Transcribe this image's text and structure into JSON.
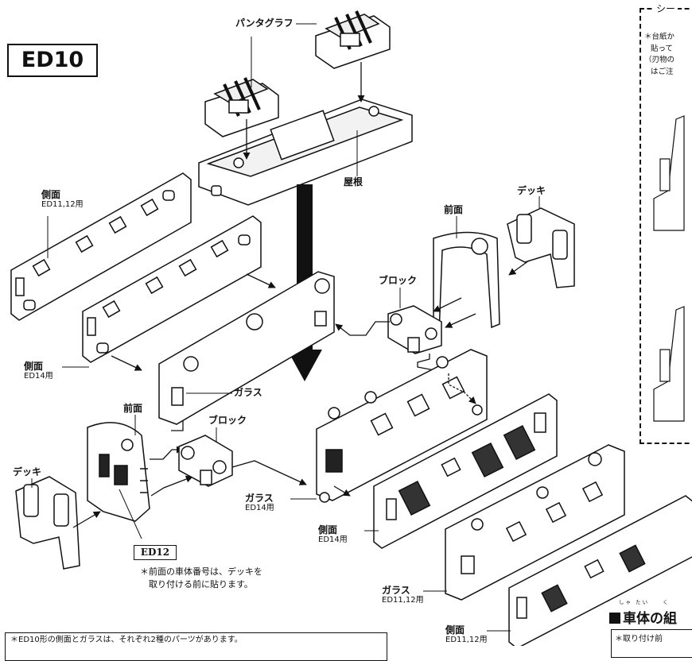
{
  "title": "ED10",
  "labels": {
    "pantograph": "パンタグラフ",
    "roof": "屋根",
    "side_ed1112": "側面",
    "side_ed1112_sub": "ED11,12用",
    "deck_right": "デッキ",
    "front_upper": "前面",
    "block_upper": "ブロック",
    "side_ed14_left": "側面",
    "side_ed14_left_sub": "ED14用",
    "glass_mid": "ガラス",
    "front_lower": "前面",
    "block_lower": "ブロック",
    "deck_left": "デッキ",
    "glass_ed14": "ガラス",
    "glass_ed14_sub": "ED14用",
    "side_ed14_right": "側面",
    "side_ed14_right_sub": "ED14用",
    "glass_ed1112": "ガラス",
    "glass_ed1112_sub": "ED11,12用",
    "side_ed1112_bottom": "側面",
    "side_ed1112_bottom_sub": "ED11,12用"
  },
  "ed12_tag": "ED12",
  "front_note_line1": "＊前面の車体番号は、デッキを",
  "front_note_line2": "取り付ける前に貼ります。",
  "seal_title": "シー",
  "seal_note_lines": [
    "＊台紙か",
    "貼って",
    "（刃物の",
    "はご注"
  ],
  "bottom_note": "＊ED10形の側面とガラスは、それぞれ2種のパーツがあります。",
  "section_title": "車体の組",
  "section_ruby": "しゃ たい　　く",
  "section_note": "＊取り付け前"
}
